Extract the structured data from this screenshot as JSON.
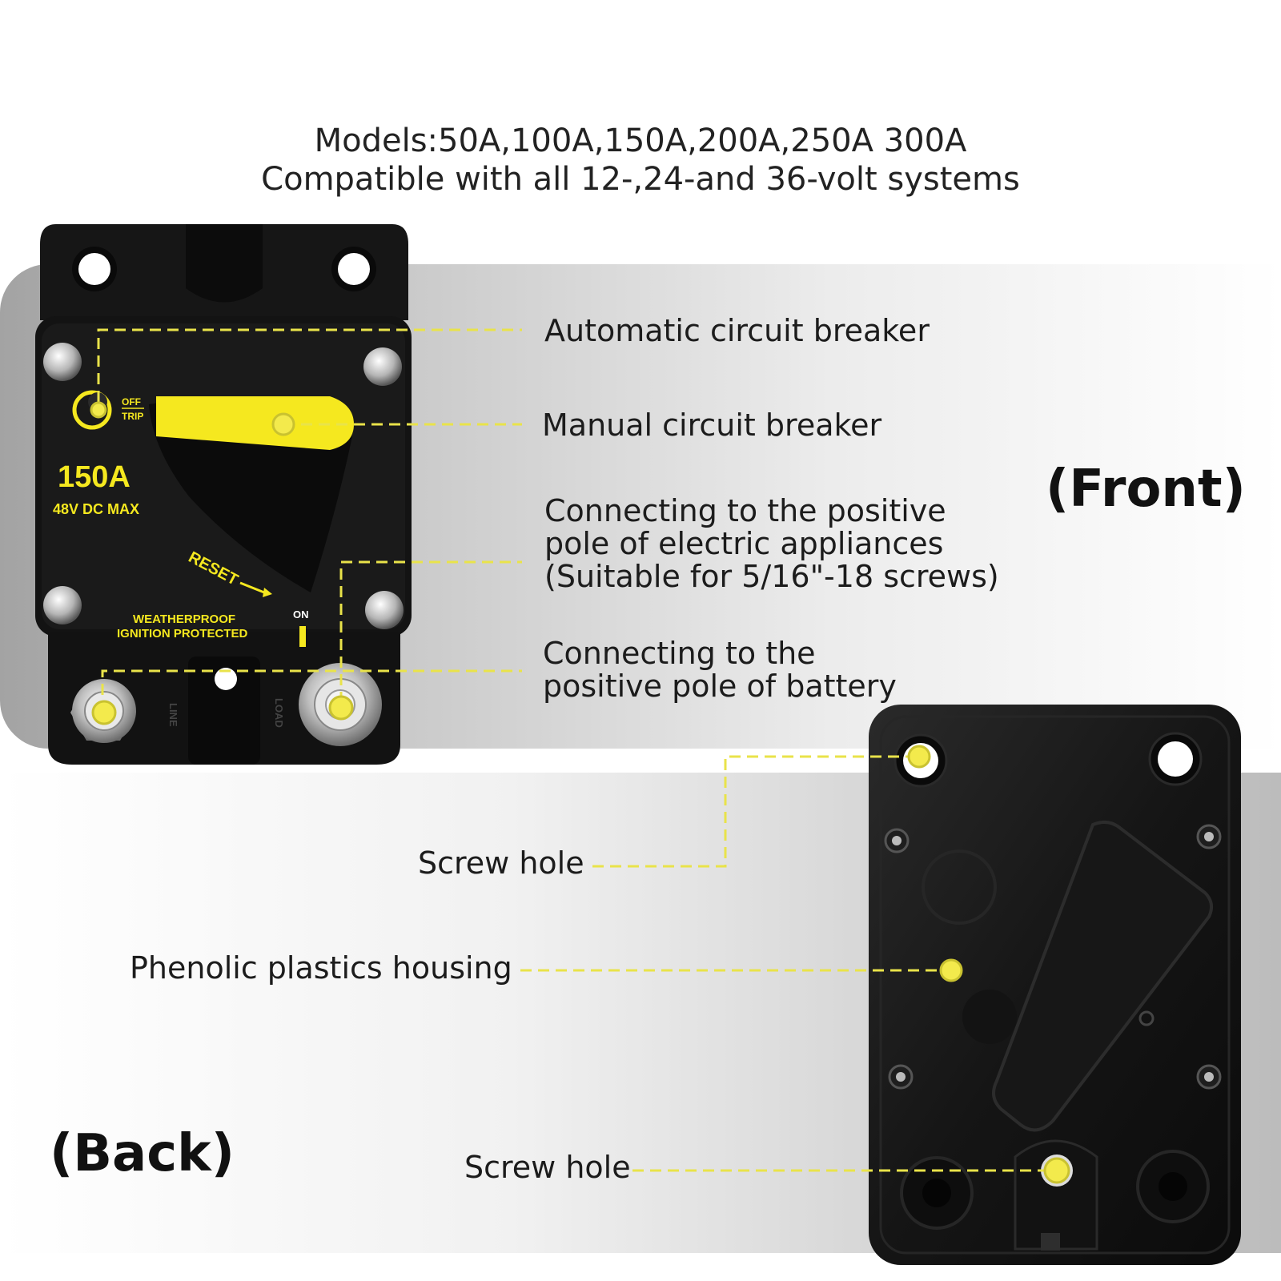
{
  "header": {
    "line1": "Models:50A,100A,150A,200A,250A 300A",
    "line2": "Compatible with all 12-,24-and 36-volt systems"
  },
  "front_label": "(Front)",
  "back_label": "(Back)",
  "callouts": {
    "automatic": "Automatic circuit breaker",
    "manual": "Manual circuit breaker",
    "appliance_line1": "Connecting to the positive",
    "appliance_line2": "pole of electric appliances",
    "appliance_line3": "(Suitable for 5/16\"-18 screws)",
    "battery_line1": "Connecting to the",
    "battery_line2": "positive pole of battery",
    "screw_hole_top": "Screw hole",
    "housing": "Phenolic plastics housing",
    "screw_hole_bottom": "Screw hole"
  },
  "device_markings": {
    "rating": "150A",
    "voltage": "48V DC MAX",
    "off": "OFF",
    "trip": "TRIP",
    "reset": "RESET",
    "on": "ON",
    "weatherproof": "WEATHERPROOF",
    "ignition": "IGNITION PROTECTED",
    "line": "LINE",
    "load": "LOAD"
  },
  "colors": {
    "accent_yellow": "#f5e81f",
    "leader_yellow": "#e9e34a",
    "housing_black": "#141414"
  }
}
